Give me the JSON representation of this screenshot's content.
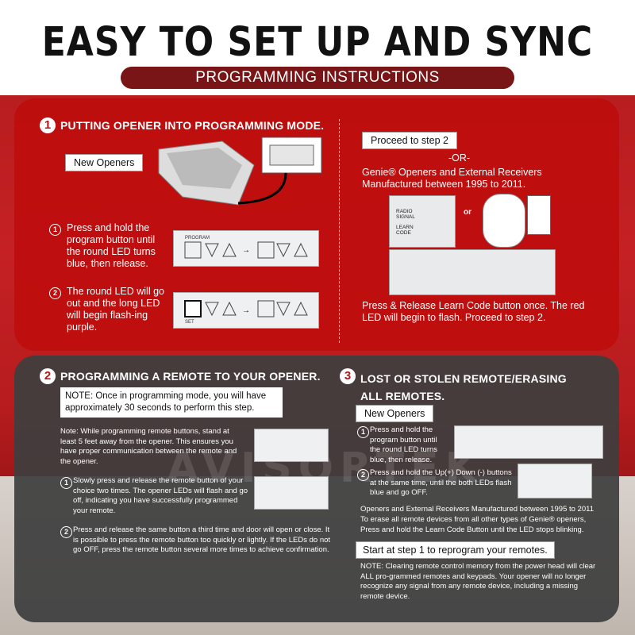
{
  "header": {
    "title": "EASY TO SET UP AND SYNC",
    "subtitle": "PROGRAMMING INSTRUCTIONS"
  },
  "section1": {
    "number": "1",
    "heading": "PUTTING OPENER INTO PROGRAMMING MODE.",
    "new_openers_label": "New Openers",
    "step1_number": "1",
    "step1_text": "Press and hold the program button until the round LED turns blue, then release.",
    "step2_number": "2",
    "step2_text": "The round LED will go out and the long LED will begin flash-ing purple.",
    "proceed_label": "Proceed to step 2",
    "or_text": "-OR-",
    "genie_text": "Genie® Openers and External Receivers Manufactured between 1995 to 2011.",
    "or_small": "or",
    "radio_signal": "RADIO SIGNAL",
    "learn_code": "LEARN CODE",
    "program_label": "PROGRAM",
    "set_label": "SET",
    "release_text": "Press & Release Learn Code button once. The red LED will begin to flash. Proceed to step 2."
  },
  "section2": {
    "number": "2",
    "heading": "PROGRAMMING A REMOTE TO YOUR OPENER.",
    "note_box": "NOTE: Once in programming mode, you will have approximately 30 seconds to perform this step.",
    "note_text": "Note: While programming remote buttons, stand at least 5 feet away from the opener. This ensures you have proper communication between the remote and the opener.",
    "step1_number": "1",
    "step1_text": "Slowly press and release the remote button of your choice two times. The opener LEDs will flash and go off, indicating you have successfully programmed your remote.",
    "step2_number": "2",
    "step2_text": "Press and release the same button a third time and door will open or close. It is possible to press the remote button too quickly or lightly. If the LEDs do not go OFF, press the remote button several more times to achieve confirmation."
  },
  "section3": {
    "number": "3",
    "heading": "LOST OR STOLEN REMOTE/ERASING ALL REMOTES.",
    "new_openers_label": "New Openers",
    "step1_number": "1",
    "step1_text": "Press and hold the program button until the round LED turns blue, then release.",
    "step2_number": "2",
    "step2_text": "Press and hold the Up(+) Down (-) buttons at the same time, until the both LEDs flash blue and go OFF.",
    "genie_text": "Openers and External Receivers Manufactured between 1995 to 2011",
    "genie_sub": "To erase all remote devices from all other types of Genie® openers, Press and hold the Learn Code Button until the LED stops blinking.",
    "start_label": "Start at step 1 to reprogram your remotes.",
    "final_note": "NOTE: Clearing remote control memory from the power head will clear ALL pro-grammed remotes and keypads. Your opener will no longer recognize any signal from any remote device, including a missing remote device."
  },
  "watermark": "AVISORTEK",
  "colors": {
    "red_panel": "#be0c0c",
    "gray_panel": "#3e3e3e",
    "subbar": "#7a1517"
  }
}
